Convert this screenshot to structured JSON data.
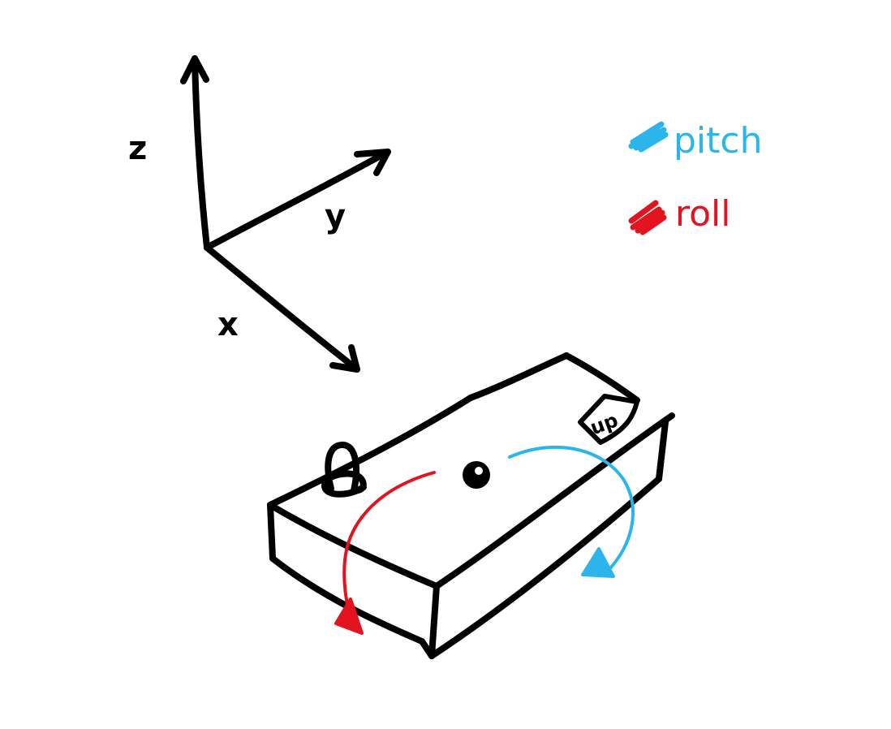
{
  "axes": {
    "z_label": "z",
    "y_label": "y",
    "x_label": "x"
  },
  "legend": {
    "items": [
      {
        "label": "pitch",
        "color": "#2bb5ea"
      },
      {
        "label": "roll",
        "color": "#e3141f"
      }
    ]
  },
  "device": {
    "up_marker": "up"
  }
}
